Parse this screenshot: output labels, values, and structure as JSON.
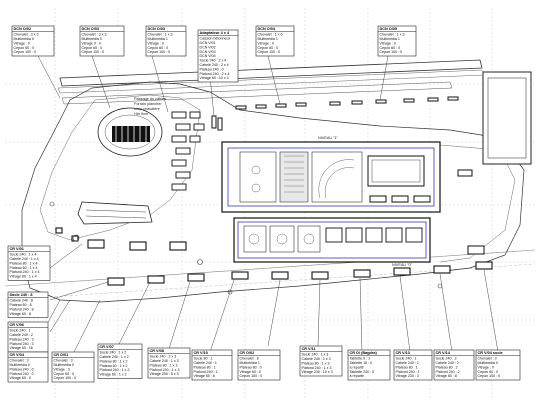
{
  "notes": {
    "passage": [
      "Passage du câbles",
      "Forrain plancher",
      "sous chaudière",
      "Hôr 9cm"
    ],
    "level_1": "NIVEAU \"1\"",
    "level_0": "NIVEAU \"0\""
  },
  "labels": {
    "top": [
      {
        "title": "DCN O/02",
        "lines": [
          "Chevalet : 3 x 3",
          "Multimédia 0",
          "Vitrage : 0",
          "Cepon 60 : 0",
          "Cepon 100 : 0"
        ]
      },
      {
        "title": "DCN O/03",
        "lines": [
          "Chevalet : 3 x 3",
          "Multimédia 0",
          "Vitrage 0 : 0",
          "Cepon 60 : 0",
          "Cepon 100 : 0"
        ]
      },
      {
        "title": "DCN O/03",
        "lines": [
          "Chevalet : 1 x 3",
          "Multimédia 1",
          "Vitrage : 0",
          "Cepon 60 : 0",
          "Cepon 100 : 0"
        ]
      },
      {
        "title": "Adaptateur 4 x 4",
        "lines": [
          "Caisson bétonneux",
          "DCN V/01",
          "DCN V/02",
          "DCN V/03",
          "DCN V/04",
          "Socle 240 : 2 x 4",
          "Cabelé 240 : 2 x 4",
          "Plateau 240 : 0",
          "Plafond 240 : 2 x 4",
          "Vitrage 60 : 10 x 4"
        ]
      },
      {
        "title": "DCN O/04",
        "lines": [
          "Chevalet : 1 x 6",
          "Multimédia 1",
          "Vitrage : 0",
          "Cepon 60 : 0",
          "Cepon 100 : 0"
        ]
      },
      {
        "title": "DCN O/05",
        "lines": [
          "Chevalet : 1 x 3",
          "Multimédia 1",
          "Vitrage : 0",
          "Cepon 60 : 0",
          "Cepon 100 : 0"
        ]
      }
    ],
    "left": [
      {
        "title": "CR V/01",
        "lines": [
          "Socle 240 : 1 x 4",
          "Cabelé 240 : 1 x 4",
          "Plateau 80 : 1 x 4",
          "Plateau 60 : 1 x 4",
          "Plafond 240 : 1 x 4",
          "Vitrage 60 : 1 x 4"
        ]
      },
      {
        "title": "Socle 240 : 8",
        "lines": [
          "Cabelé 240 : 8",
          "Plateau 60 : 8",
          "Plafond 240 : 8",
          "Vitrage 60 : 8"
        ]
      },
      {
        "title": "CR V/06",
        "lines": [
          "Socle 240 : 1",
          "Cabelé 240 : 2",
          "Plateau 240 : 3",
          "Plafond 240 : 3",
          "Vitrage 60 : 16"
        ]
      }
    ],
    "bottom": [
      {
        "title": "CR V/04",
        "lines": [
          "Chevalet : 3",
          "Multimédia 0",
          "Plateau 240 : 0",
          "Plafond 240 : 0",
          "Vitrage 60 : 0"
        ]
      },
      {
        "title": "CR O/01",
        "lines": [
          "Chevalet : 3",
          "Multimédia 0",
          "Vitrage : 0",
          "Cepon 60 : 0",
          "Cepon 100 : 0"
        ]
      },
      {
        "title": "CR V/07",
        "lines": [
          "Socle 240 : 1 x 2",
          "Cabelé 240 : 1 x 2",
          "Plateau 80 : 1 x 2",
          "Plateau 60 : 1 x 2",
          "Plafond 240 : 1 x 2",
          "Vitrage 60 : 1 x 2"
        ]
      },
      {
        "title": "CR V/08",
        "lines": [
          "Socle 240 : 2 x 3",
          "Cabelé 240 : 1 x 3",
          "Plateau 80 : 1 x 3",
          "Plafond 240 : 1 x 3",
          "Vitrage 250 : 8 x 3"
        ]
      },
      {
        "title": "CR V/10",
        "lines": [
          "Socle 80 : 1",
          "Cabelé 240 : 1",
          "Plateau 80 : 1",
          "Plafond 240 : 1",
          "Vitrage 60 : 6"
        ]
      },
      {
        "title": "CR O/02",
        "lines": [
          "Chevalet : 8",
          "Multimédia 1",
          "Plateau 80 : 0",
          "Vitrage 60 : 0",
          "Cepon 100 : 0"
        ]
      },
      {
        "title": "CR V/11",
        "lines": [
          "Socle 240 : 1 x 3",
          "Cabelé 240 : 1 x 3",
          "Plateau 80 : 1 x 3",
          "Plafond 240 : 1 x 3",
          "Vitrage 230 : 10 x 3"
        ]
      },
      {
        "title": "CR O/ (Bagdra)",
        "lines": [
          "Tablette 0 : 1",
          "Tablette 16 : 0",
          "à répartir",
          "Tablette 240 : 0",
          "à répartir"
        ]
      },
      {
        "title": "CR V/13",
        "lines": [
          "Socle 240 : 1",
          "Cabelé 240 : 1",
          "Plateau 80 : 1",
          "Plafond 240 : 1",
          "Vitrage 230 : 3"
        ]
      },
      {
        "title": "CR V/14",
        "lines": [
          "Socle 240 : 3",
          "Cabelé 240 : 2",
          "Plateau 80 : 2",
          "Plafond 240 : 2",
          "Vitrage 60 : 8"
        ]
      },
      {
        "title": "CR V/04 socle",
        "lines": [
          "Chevalet : 3",
          "Multimédia 0",
          "Vitrage : 0",
          "Cepon 60 : 0",
          "Cepon 100 : 0"
        ]
      }
    ]
  }
}
